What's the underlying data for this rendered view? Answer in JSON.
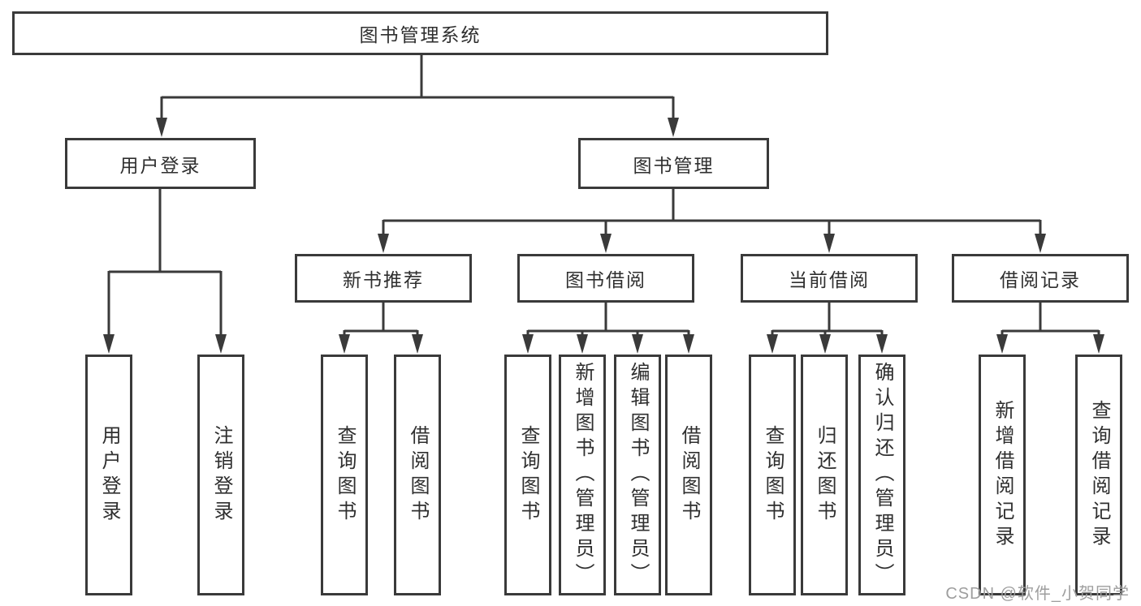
{
  "diagram": {
    "root": {
      "label": "图书管理系统"
    },
    "level2": [
      {
        "label": "用户登录"
      },
      {
        "label": "图书管理"
      }
    ],
    "level3": [
      {
        "label": "新书推荐"
      },
      {
        "label": "图书借阅"
      },
      {
        "label": "当前借阅"
      },
      {
        "label": "借阅记录"
      }
    ],
    "leaves": [
      {
        "label": "用户登录"
      },
      {
        "label": "注销登录"
      },
      {
        "label": "查询图书"
      },
      {
        "label": "借阅图书"
      },
      {
        "label": "查询图书"
      },
      {
        "label": "新增图书（管理员）"
      },
      {
        "label": "编辑图书（管理员）"
      },
      {
        "label": "借阅图书"
      },
      {
        "label": "查询图书"
      },
      {
        "label": "归还图书"
      },
      {
        "label": "确认归还（管理员）"
      },
      {
        "label": "新增借阅记录"
      },
      {
        "label": "查询借阅记录"
      }
    ]
  },
  "watermark": "CSDN @软件_小贺同学",
  "colors": {
    "line": "#3a3a3a",
    "text": "#2f2f2f",
    "watermark": "#9e9e9e",
    "background": "#ffffff"
  }
}
